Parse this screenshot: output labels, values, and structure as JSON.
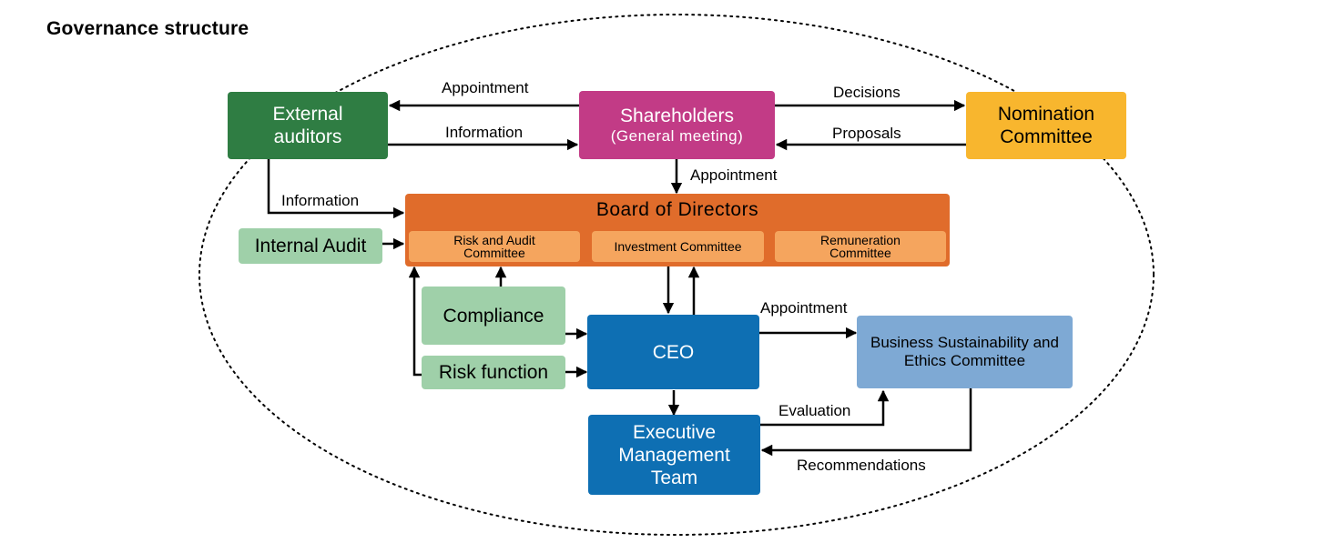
{
  "title": "Governance structure",
  "nodes": {
    "external_auditors": "External auditors",
    "shareholders": "Shareholders",
    "shareholders_sub": "(General meeting)",
    "nomination_committee": "Nomination Committee",
    "board": "Board of Directors",
    "risk_audit_committee": "Risk and Audit Committee",
    "investment_committee": "Investment Committee",
    "remuneration_committee": "Remuneration Committee",
    "internal_audit": "Internal Audit",
    "compliance": "Compliance",
    "risk_function": "Risk function",
    "ceo": "CEO",
    "executive_team": "Executive Management Team",
    "sustainability_committee": "Business Sustainability and Ethics Committee"
  },
  "edge_labels": {
    "appointment_auditors": "Appointment",
    "information_auditors": "Information",
    "decisions": "Decisions",
    "proposals": "Proposals",
    "appointment_board": "Appointment",
    "information_board": "Information",
    "appointment_sustainability": "Appointment",
    "evaluation": "Evaluation",
    "recommendations": "Recommendations"
  },
  "colors": {
    "external_auditors": "#2f7d43",
    "shareholders": "#c23b86",
    "nomination_committee": "#f8b62e",
    "board": "#e06c2b",
    "board_committees": "#f5a55e",
    "support_functions": "#9fd0a9",
    "ceo": "#0e6fb3",
    "sustainability_committee": "#7ea9d4"
  }
}
